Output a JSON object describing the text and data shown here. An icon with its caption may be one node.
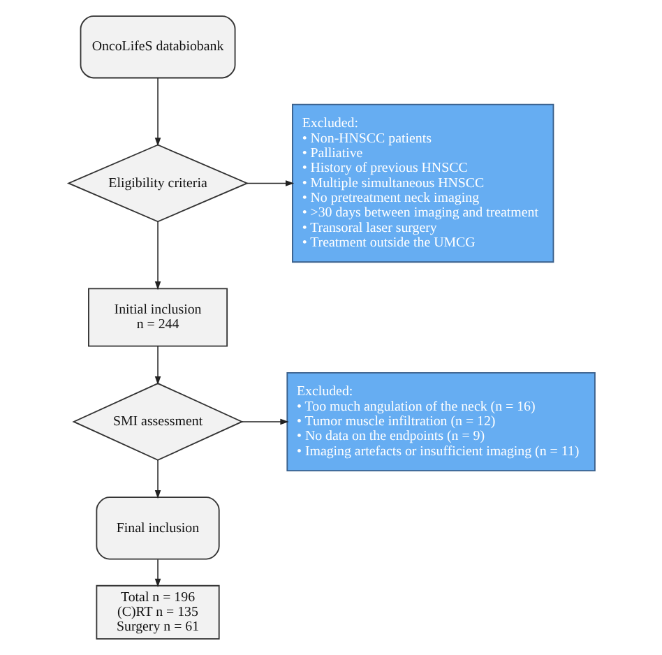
{
  "diagram": {
    "nodes": [
      {
        "text": [
          "OncoLifeS databiobank"
        ]
      },
      {
        "text": [
          "Eligibility criteria"
        ]
      },
      {
        "text": [
          "Excluded:",
          "• Non-HNSCC patients",
          "• Palliative",
          "• History of previous HNSCC",
          "• Multiple simultaneous HNSCC",
          "• No pretreatment neck imaging",
          "• >30 days between imaging and treatment",
          "• Transoral laser surgery",
          "• Treatment outside the UMCG"
        ]
      },
      {
        "text": [
          "Initial inclusion",
          "n = 244"
        ]
      },
      {
        "text": [
          "SMI assessment"
        ]
      },
      {
        "text": [
          "Excluded:",
          "• Too much angulation of the neck (n = 16)",
          "• Tumor muscle infiltration (n = 12)",
          "• No data on the endpoints (n = 9)",
          "• Imaging artefacts or insufficient imaging (n = 11)"
        ]
      },
      {
        "text": [
          "Final inclusion"
        ]
      },
      {
        "text": [
          "Total n = 196",
          "(C)RT n = 135",
          "Surgery n = 61"
        ]
      }
    ],
    "edges": [
      {
        "from": 0,
        "to": 1,
        "arrow": "to"
      },
      {
        "from": 1,
        "to": 2,
        "arrow": "to"
      },
      {
        "from": 1,
        "to": 3,
        "arrow": "to"
      },
      {
        "from": 3,
        "to": 4,
        "arrow": "to"
      },
      {
        "from": 4,
        "to": 5,
        "arrow": "to"
      },
      {
        "from": 4,
        "to": 6,
        "arrow": "to"
      },
      {
        "from": 6,
        "to": 7,
        "arrow": "to"
      }
    ]
  }
}
